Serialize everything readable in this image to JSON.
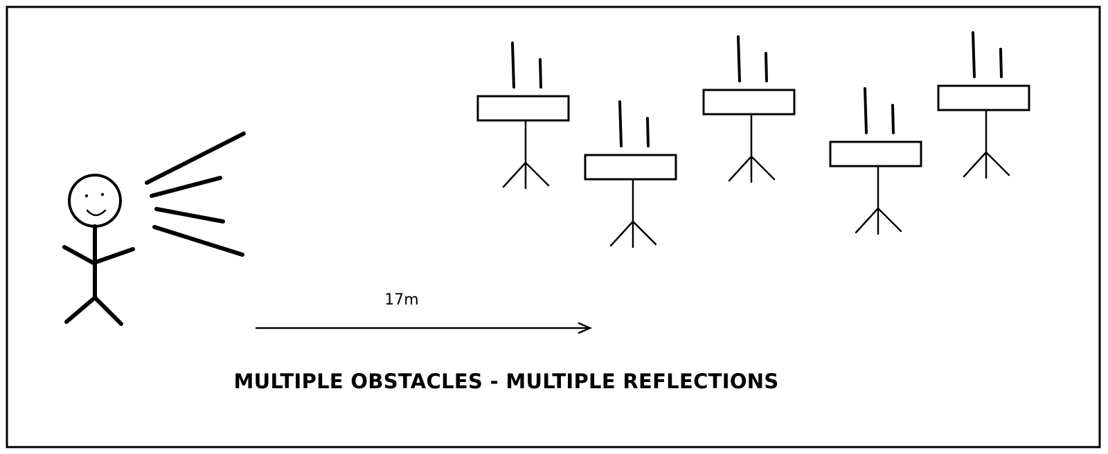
{
  "diagram": {
    "distance_label": "17m",
    "caption": "MULTIPLE OBSTACLES - MULTIPLE REFLECTIONS",
    "obstacle_count": 5,
    "sound_wave_count": 4,
    "colors": {
      "line": "#000000",
      "background": "#ffffff"
    }
  }
}
